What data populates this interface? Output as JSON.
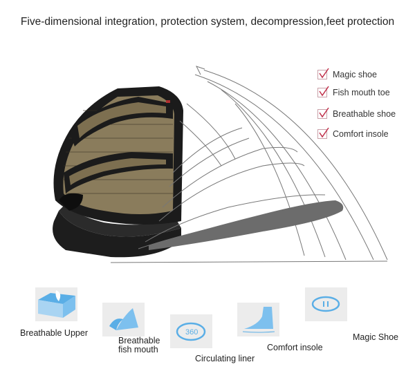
{
  "title": "Five-dimensional integration, protection system, decompression,feet protection",
  "checklist": [
    "Magic shoe",
    "Fish mouth toe",
    "Breathable shoe",
    "Comfort insole"
  ],
  "features": [
    {
      "label": "Breathable Upper",
      "icon": "breathable-upper-icon"
    },
    {
      "label_line1": "Breathable",
      "label_line2": "fish mouth",
      "icon": "fish-mouth-icon"
    },
    {
      "label": "Circulating liner",
      "icon": "circulating-liner-icon",
      "icon_text": "360"
    },
    {
      "label": "Comfort insole",
      "icon": "comfort-insole-icon"
    },
    {
      "label": "Magic Shoe",
      "icon": "magic-shoe-icon"
    }
  ],
  "colors": {
    "icon_blue": "#5aaee6",
    "tile_bg": "#ececec",
    "check_red": "#c0304a"
  }
}
